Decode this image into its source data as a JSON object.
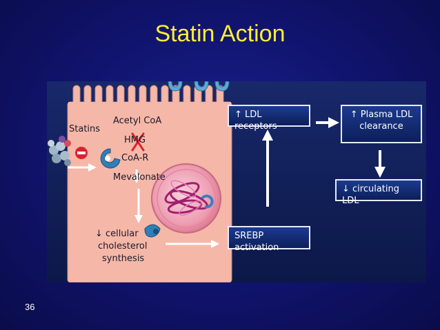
{
  "slide": {
    "title": "Statin Action",
    "number": "36"
  },
  "diagram": {
    "labels": {
      "statins": "Statins",
      "acetyl_coa": "Acetyl CoA",
      "hmg": "HMG",
      "coa_r": "CoA-R",
      "mevalonate": "Mevalonate",
      "cellular_line1": "↓ cellular",
      "cellular_line2": "cholesterol",
      "cellular_line3": "synthesis"
    },
    "boxes": {
      "ldl_receptors": "↑ LDL receptors",
      "plasma_ldl_line1": "↑ Plasma LDL",
      "plasma_ldl_line2": "clearance",
      "circulating_ldl": "↓ circulating LDL",
      "srebp": "SREBP activation"
    },
    "colors": {
      "background": "#10136b",
      "title": "#ffee33",
      "cell": "#f5b7a8",
      "box": "#1c3a8f",
      "arrow": "#ffffff",
      "inhibit": "#d9232e"
    }
  }
}
